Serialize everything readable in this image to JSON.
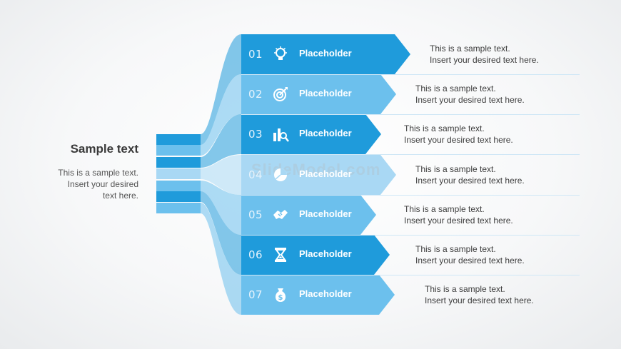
{
  "colors": {
    "dark": "#1f9bdb",
    "medium": "#45aee6",
    "light": "#74c3ee",
    "lighter": "#a9d8f4",
    "text": "#3d3d3d"
  },
  "left": {
    "title": "Sample text",
    "body": "This is a sample text.\nInsert your desired\ntext here."
  },
  "watermark": "SlideModel.com",
  "items": [
    {
      "num": "01",
      "icon": "lightbulb-icon",
      "label": "Placeholder",
      "color": "#1f9bdb",
      "desc": "This is a sample text.\nInsert your desired text here."
    },
    {
      "num": "02",
      "icon": "target-icon",
      "label": "Placeholder",
      "color": "#6cc0ed",
      "desc": "This is a sample text.\nInsert your desired text here."
    },
    {
      "num": "03",
      "icon": "chart-magnifier-icon",
      "label": "Placeholder",
      "color": "#1f9bdb",
      "desc": "This is a sample text.\nInsert your desired text here."
    },
    {
      "num": "04",
      "icon": "pie-chart-icon",
      "label": "Placeholder",
      "color": "#a9d8f4",
      "desc": "This is a sample text.\nInsert your desired text here."
    },
    {
      "num": "05",
      "icon": "handshake-icon",
      "label": "Placeholder",
      "color": "#6cc0ed",
      "desc": "This is a sample text.\nInsert your desired text here."
    },
    {
      "num": "06",
      "icon": "hourglass-icon",
      "label": "Placeholder",
      "color": "#1f9bdb",
      "desc": "This is a sample text.\nInsert your desired text here."
    },
    {
      "num": "07",
      "icon": "money-bag-icon",
      "label": "Placeholder",
      "color": "#6cc0ed",
      "desc": "This is a sample text.\nInsert your desired text here."
    }
  ]
}
